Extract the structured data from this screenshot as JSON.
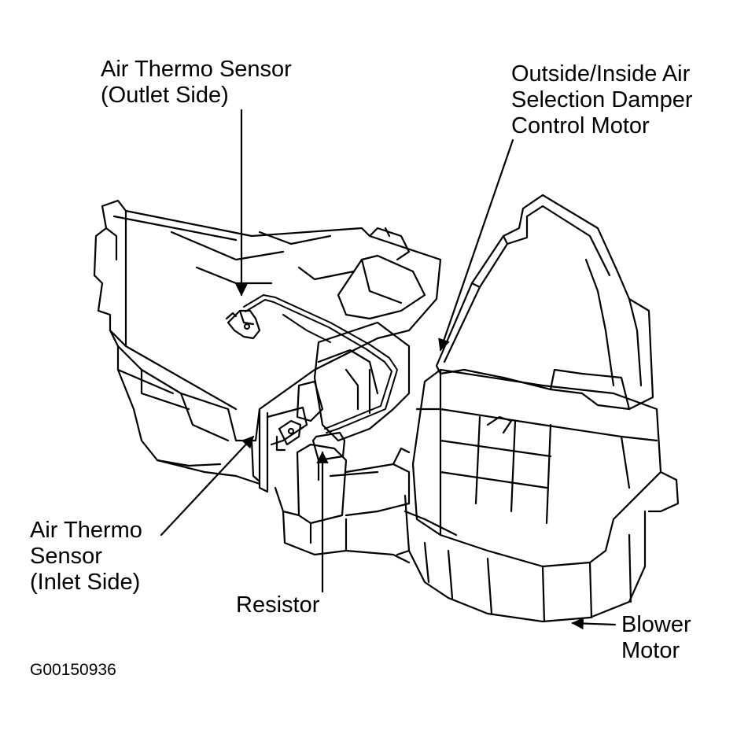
{
  "labels": {
    "outlet_sensor": [
      "Air Thermo Sensor",
      "(Outlet Side)"
    ],
    "damper_motor": [
      "Outside/Inside Air",
      "Selection Damper",
      "Control Motor"
    ],
    "inlet_sensor": [
      "Air Thermo",
      "Sensor",
      "(Inlet Side)"
    ],
    "resistor": [
      "Resistor"
    ],
    "blower_motor": [
      "Blower",
      "Motor"
    ]
  },
  "figure_code": "G00150936",
  "colors": {
    "ink": "#000000",
    "paper": "#ffffff"
  }
}
